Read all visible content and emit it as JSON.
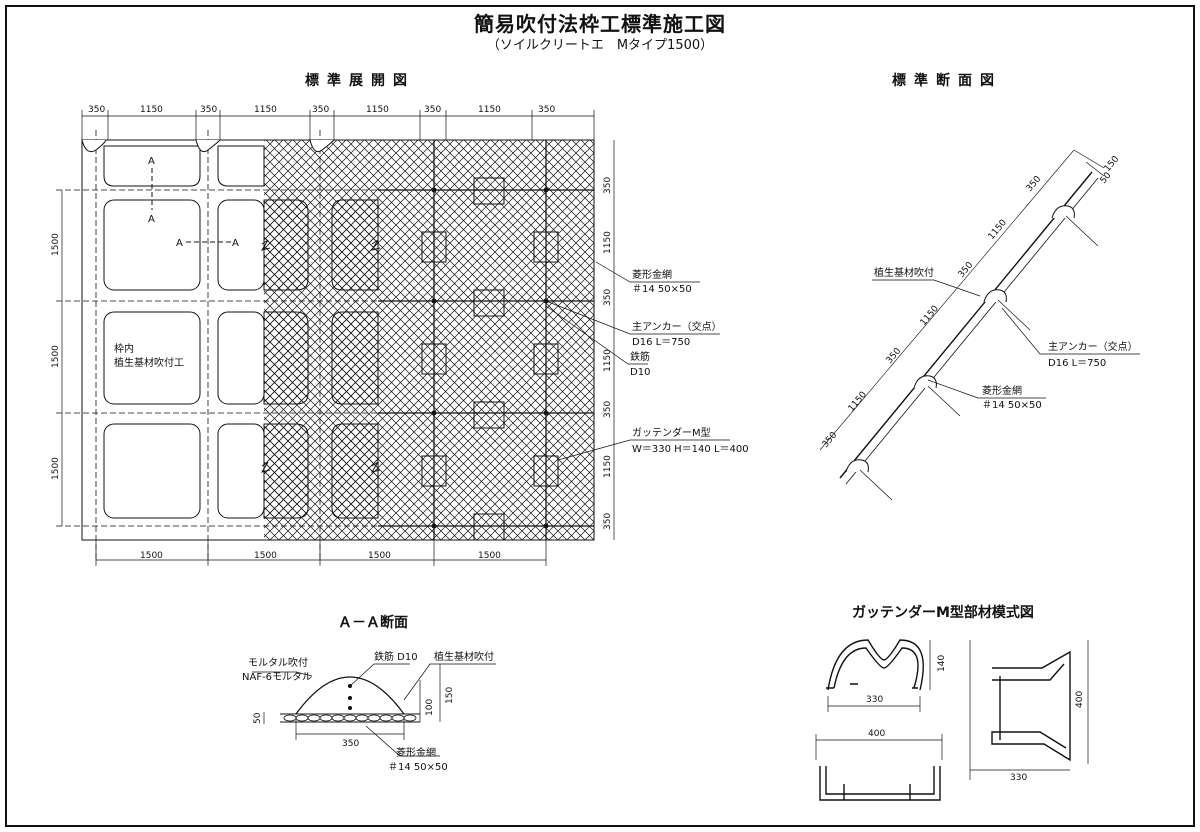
{
  "title": "簡易吹付法枠工標準施工図",
  "subtitle": "（ソイルクリートエ　Mタイプ1500）",
  "sections": {
    "development": "標準展開図",
    "cross_section": "標準断面図",
    "aa_section": "Ａ－Ａ断面",
    "gutter_schematic": "ガッテンダーM型部材模式図"
  },
  "development": {
    "top_dims": [
      "350",
      "1150",
      "350",
      "1150",
      "350",
      "1150",
      "350",
      "1150",
      "350"
    ],
    "bottom_dims": [
      "1500",
      "1500",
      "1500",
      "1500"
    ],
    "left_dims": [
      "1500",
      "1500",
      "1500"
    ],
    "right_dims": [
      "350",
      "1150",
      "350",
      "1150",
      "350",
      "1150",
      "350"
    ],
    "section_mark": "A",
    "inner_label_1": "枠内",
    "inner_label_2": "植生基材吹付工",
    "callouts": {
      "mesh_title": "菱形金網",
      "mesh_spec": "＃14  50×50",
      "anchor_title": "主アンカー（交点）",
      "anchor_spec": "D16  L＝750",
      "rebar_title": "鉄筋",
      "rebar_spec": "D10",
      "gutter_title": "ガッテンダーM型",
      "gutter_spec": "W＝330  H＝140  L＝400"
    }
  },
  "cross_section": {
    "dims_along": [
      "350",
      "1150",
      "350",
      "1150",
      "350",
      "1150",
      "350"
    ],
    "top_dims": [
      "150",
      "50"
    ],
    "callouts": {
      "vegetation": "植生基材吹付",
      "anchor_title": "主アンカー（交点）",
      "anchor_spec": "D16  L＝750",
      "mesh_title": "菱形金網",
      "mesh_spec": "＃14  50×50"
    }
  },
  "aa_section": {
    "mortar_title": "モルタル吹付",
    "mortar_spec": "NAF-6モルタル",
    "rebar": "鉄筋  D10",
    "vegetation": "植生基材吹付",
    "mesh_title": "菱形金網",
    "mesh_spec": "＃14  50×50",
    "dims": {
      "width": "350",
      "height_100": "100",
      "height_150": "150",
      "left_50": "50"
    }
  },
  "gutter": {
    "width": "330",
    "height": "140",
    "length": "400",
    "side_height": "400",
    "side_width": "330"
  }
}
